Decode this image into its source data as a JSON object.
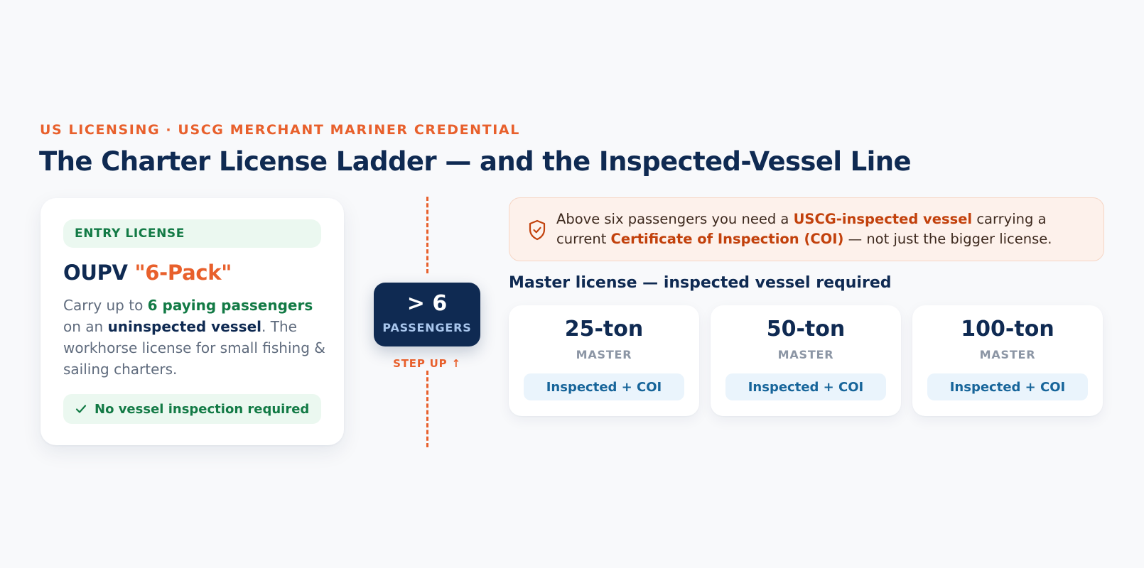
{
  "header": {
    "eyebrow": "US LICENSING · USCG MERCHANT MARINER CREDENTIAL",
    "title": "The Charter License Ladder — and the Inspected-Vessel Line"
  },
  "entry_card": {
    "badge": "ENTRY LICENSE",
    "name_prefix": "OUPV ",
    "name_accent": "\"6-Pack\"",
    "desc_1": "Carry up to ",
    "desc_passengers": "6 paying passengers",
    "desc_2": " on an ",
    "desc_vessel": "uninspected vessel",
    "desc_3": ". The workhorse license for small fishing & sailing charters.",
    "check_label": "No vessel inspection required",
    "check_icon": "check-icon"
  },
  "threshold": {
    "value": "> 6",
    "label": "PASSENGERS",
    "step_up": "STEP UP ↑"
  },
  "alert": {
    "icon": "shield-check-icon",
    "text_1": "Above six passengers you need a ",
    "highlight_1": "USCG-inspected vessel",
    "text_2": " carrying a current ",
    "highlight_2": "Certificate of Inspection (COI)",
    "text_3": " — not just the bigger license."
  },
  "master": {
    "heading": "Master license — inspected vessel required",
    "cards": [
      {
        "tons": "25-ton",
        "role": "MASTER",
        "pill": "Inspected + COI"
      },
      {
        "tons": "50-ton",
        "role": "MASTER",
        "pill": "Inspected + COI"
      },
      {
        "tons": "100-ton",
        "role": "MASTER",
        "pill": "Inspected + COI"
      }
    ]
  },
  "colors": {
    "accent_orange": "#e8602c",
    "navy": "#0f2a52",
    "green": "#127a45",
    "alert_bg": "#fdf1eb",
    "pill_blue": "#17659a"
  }
}
